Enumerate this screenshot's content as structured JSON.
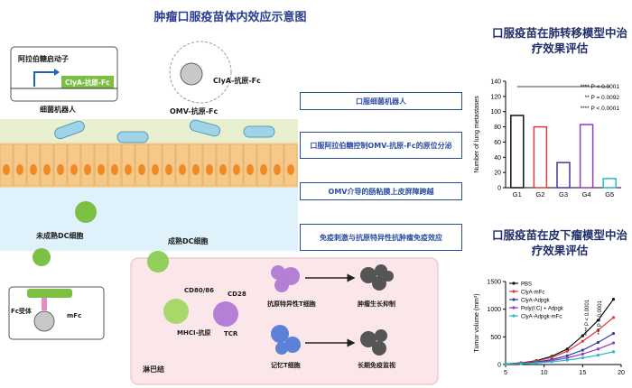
{
  "left_diagram": {
    "title": "肿瘤口服疫苗体内效应示意图",
    "promoter_label": "阿拉伯糖启动子",
    "gene_label": "ClyA-抗原-Fc",
    "bacteria_robot": "细菌机器人",
    "omv_label": "OMV-抗原-Fc",
    "omv_callout": "ClyA-抗原-Fc",
    "steps": [
      "口服细菌机器人",
      "口服阿拉伯糖控制OMV-抗原-Fc的原位分泌",
      "OMV介导的肠粘膜上皮屏障跨越",
      "免疫刺激与抗原特异性抗肿瘤免疫效应"
    ],
    "immature_dc": "未成熟DC细胞",
    "mature_dc": "成熟DC细胞",
    "fc_receptor": "Fc受体",
    "mfc": "mFc",
    "cd80_86": "CD80/86",
    "cd28": "CD28",
    "mhc": "MHCI-抗原",
    "tcr": "TCR",
    "lymph_node": "淋巴结",
    "ag_t_cell": "抗原特异性T细胞",
    "tumor_inhibit": "肿瘤生长抑制",
    "memory_t": "记忆T细胞",
    "long_term": "长期免疫监视"
  },
  "right_top": {
    "title": "口服疫苗在肺转移模型中治疗效果评估",
    "chart_data": {
      "type": "bar",
      "categories": [
        "G1",
        "G2",
        "G3",
        "G4",
        "G5"
      ],
      "values": [
        95,
        80,
        33,
        83,
        12
      ],
      "colors": [
        "#111111",
        "#e23b3b",
        "#3a3aa8",
        "#8a3fbf",
        "#2bb6c9"
      ],
      "ylabel": "Number of lung metastases",
      "ylim": [
        0,
        140
      ],
      "yticks": [
        0,
        20,
        40,
        60,
        80,
        100,
        120,
        140
      ],
      "annotations": [
        "**** P < 0.0001",
        "** P = 0.0092",
        "**** P < 0.0001"
      ]
    }
  },
  "right_bottom": {
    "title": "口服疫苗在皮下瘤模型中治疗效果评估",
    "chart_data": {
      "type": "line",
      "x": [
        5,
        7,
        9,
        11,
        13,
        15,
        17,
        19
      ],
      "ylabel": "Tumor volume (mm³)",
      "ylim": [
        0,
        1500
      ],
      "xlim": [
        5,
        20
      ],
      "yticks": [
        0,
        500,
        1000,
        1500
      ],
      "xticks": [
        5,
        10,
        15,
        20
      ],
      "series": [
        {
          "name": "PBS",
          "color": "#111111",
          "values": [
            10,
            30,
            70,
            150,
            280,
            520,
            800,
            1180
          ]
        },
        {
          "name": "ClyA-mFc",
          "color": "#e23b3b",
          "values": [
            10,
            25,
            60,
            130,
            240,
            420,
            620,
            850
          ]
        },
        {
          "name": "ClyA-Adpgk",
          "color": "#3a3aa8",
          "values": [
            10,
            20,
            45,
            90,
            160,
            260,
            400,
            560
          ]
        },
        {
          "name": "Poly(I:C) + Adpgk",
          "color": "#8a3fbf",
          "values": [
            10,
            18,
            35,
            70,
            120,
            190,
            280,
            390
          ]
        },
        {
          "name": "ClyA-Adpgk-mFc",
          "color": "#2bb6c9",
          "values": [
            10,
            15,
            28,
            50,
            80,
            120,
            170,
            230
          ]
        }
      ],
      "annotations": [
        "**** P < 0.0001",
        "*** P = 0.0001"
      ]
    }
  }
}
